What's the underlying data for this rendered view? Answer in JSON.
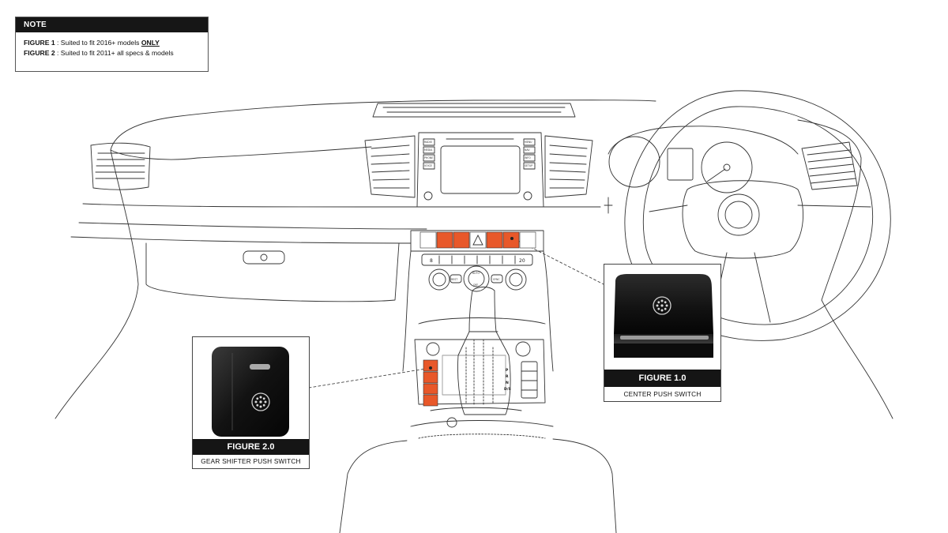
{
  "note": {
    "heading": "NOTE",
    "line1_label": "FIGURE 1",
    "line1_text": " : Suited to fit 2016+ models ",
    "line1_emphasis": "ONLY",
    "line2_label": "FIGURE 2",
    "line2_text": " : Suited to fit 2011+ all specs & models"
  },
  "figure1": {
    "title": "FIGURE 1.0",
    "caption": "CENTER PUSH SWITCH"
  },
  "figure2": {
    "title": "FIGURE 2.0",
    "caption": "GEAR SHIFTER PUSH SWITCH"
  },
  "dash_labels": {
    "left_buttons": [
      "RADIO",
      "MEDIA",
      "PHONE",
      "VOICE"
    ],
    "right_buttons": [
      "MENU",
      "NAV",
      "INFO",
      "SETUP"
    ],
    "temp_left": "8",
    "temp_right": "20",
    "knob_left": "REST",
    "knob_center_top": "AUTO",
    "knob_center_bottom": "OFF",
    "knob_right": "SYNC",
    "gear_letters": [
      "P",
      "R",
      "N",
      "D/S"
    ]
  },
  "colors": {
    "highlight": "#e8582a",
    "ink": "#2a2a2a",
    "bar": "#151515"
  }
}
